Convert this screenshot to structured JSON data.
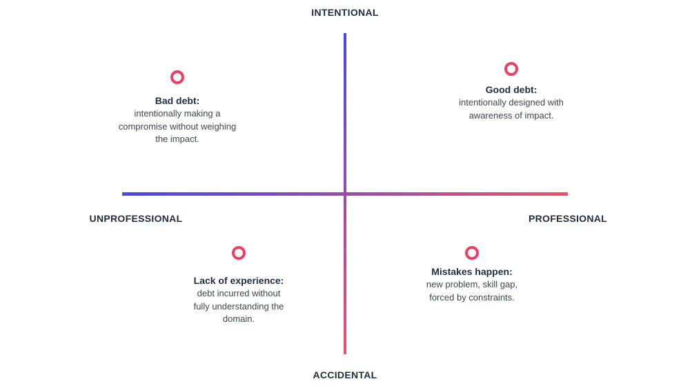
{
  "axes": {
    "top": "INTENTIONAL",
    "bottom": "ACCIDENTAL",
    "left": "UNPROFESSIONAL",
    "right": "PROFESSIONAL"
  },
  "colors": {
    "gradient_start": "#4646f2",
    "gradient_end": "#f0506a",
    "marker": "#f03e60",
    "text": "#1f2d3d"
  },
  "quadrants": {
    "top_left": {
      "title": "Bad debt:",
      "lines": [
        "intentionally making a",
        "compromise without weighing",
        "the impact."
      ]
    },
    "top_right": {
      "title": "Good debt:",
      "lines": [
        "intentionally designed with",
        "awareness of impact."
      ]
    },
    "bottom_left": {
      "title": "Lack of experience:",
      "lines": [
        "debt incurred without",
        "fully understanding the",
        "domain."
      ]
    },
    "bottom_right": {
      "title": "Mistakes happen:",
      "lines": [
        "new problem, skill gap,",
        "forced by constraints."
      ]
    }
  }
}
